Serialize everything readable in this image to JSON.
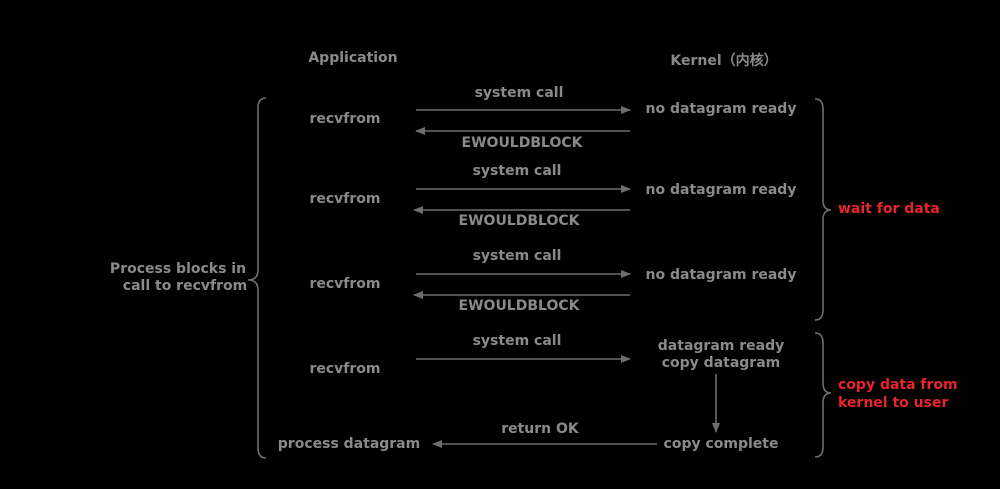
{
  "headers": {
    "application": "Application",
    "kernel": "Kernel（内核）"
  },
  "left_brace_label": {
    "line1": "Process blocks in",
    "line2": "call to recvfrom"
  },
  "rows": [
    {
      "app": "recvfrom",
      "call": "system call",
      "kernel": "no datagram ready",
      "reply": "EWOULDBLOCK"
    },
    {
      "app": "recvfrom",
      "call": "system call",
      "kernel": "no datagram ready",
      "reply": "EWOULDBLOCK"
    },
    {
      "app": "recvfrom",
      "call": "system call",
      "kernel": "no datagram ready",
      "reply": "EWOULDBLOCK"
    },
    {
      "app": "recvfrom",
      "call": "system call",
      "kernel_line1": "datagram ready",
      "kernel_line2": "copy datagram"
    }
  ],
  "final": {
    "app": "process datagram",
    "reply": "return OK",
    "kernel": "copy complete"
  },
  "phases": {
    "wait": "wait for data",
    "copy_line1": "copy data from",
    "copy_line2": "kernel to user"
  },
  "colors": {
    "background": "#000000",
    "text": "#8a8a8a",
    "line": "#6e6e6e",
    "highlight": "#e8242c"
  }
}
